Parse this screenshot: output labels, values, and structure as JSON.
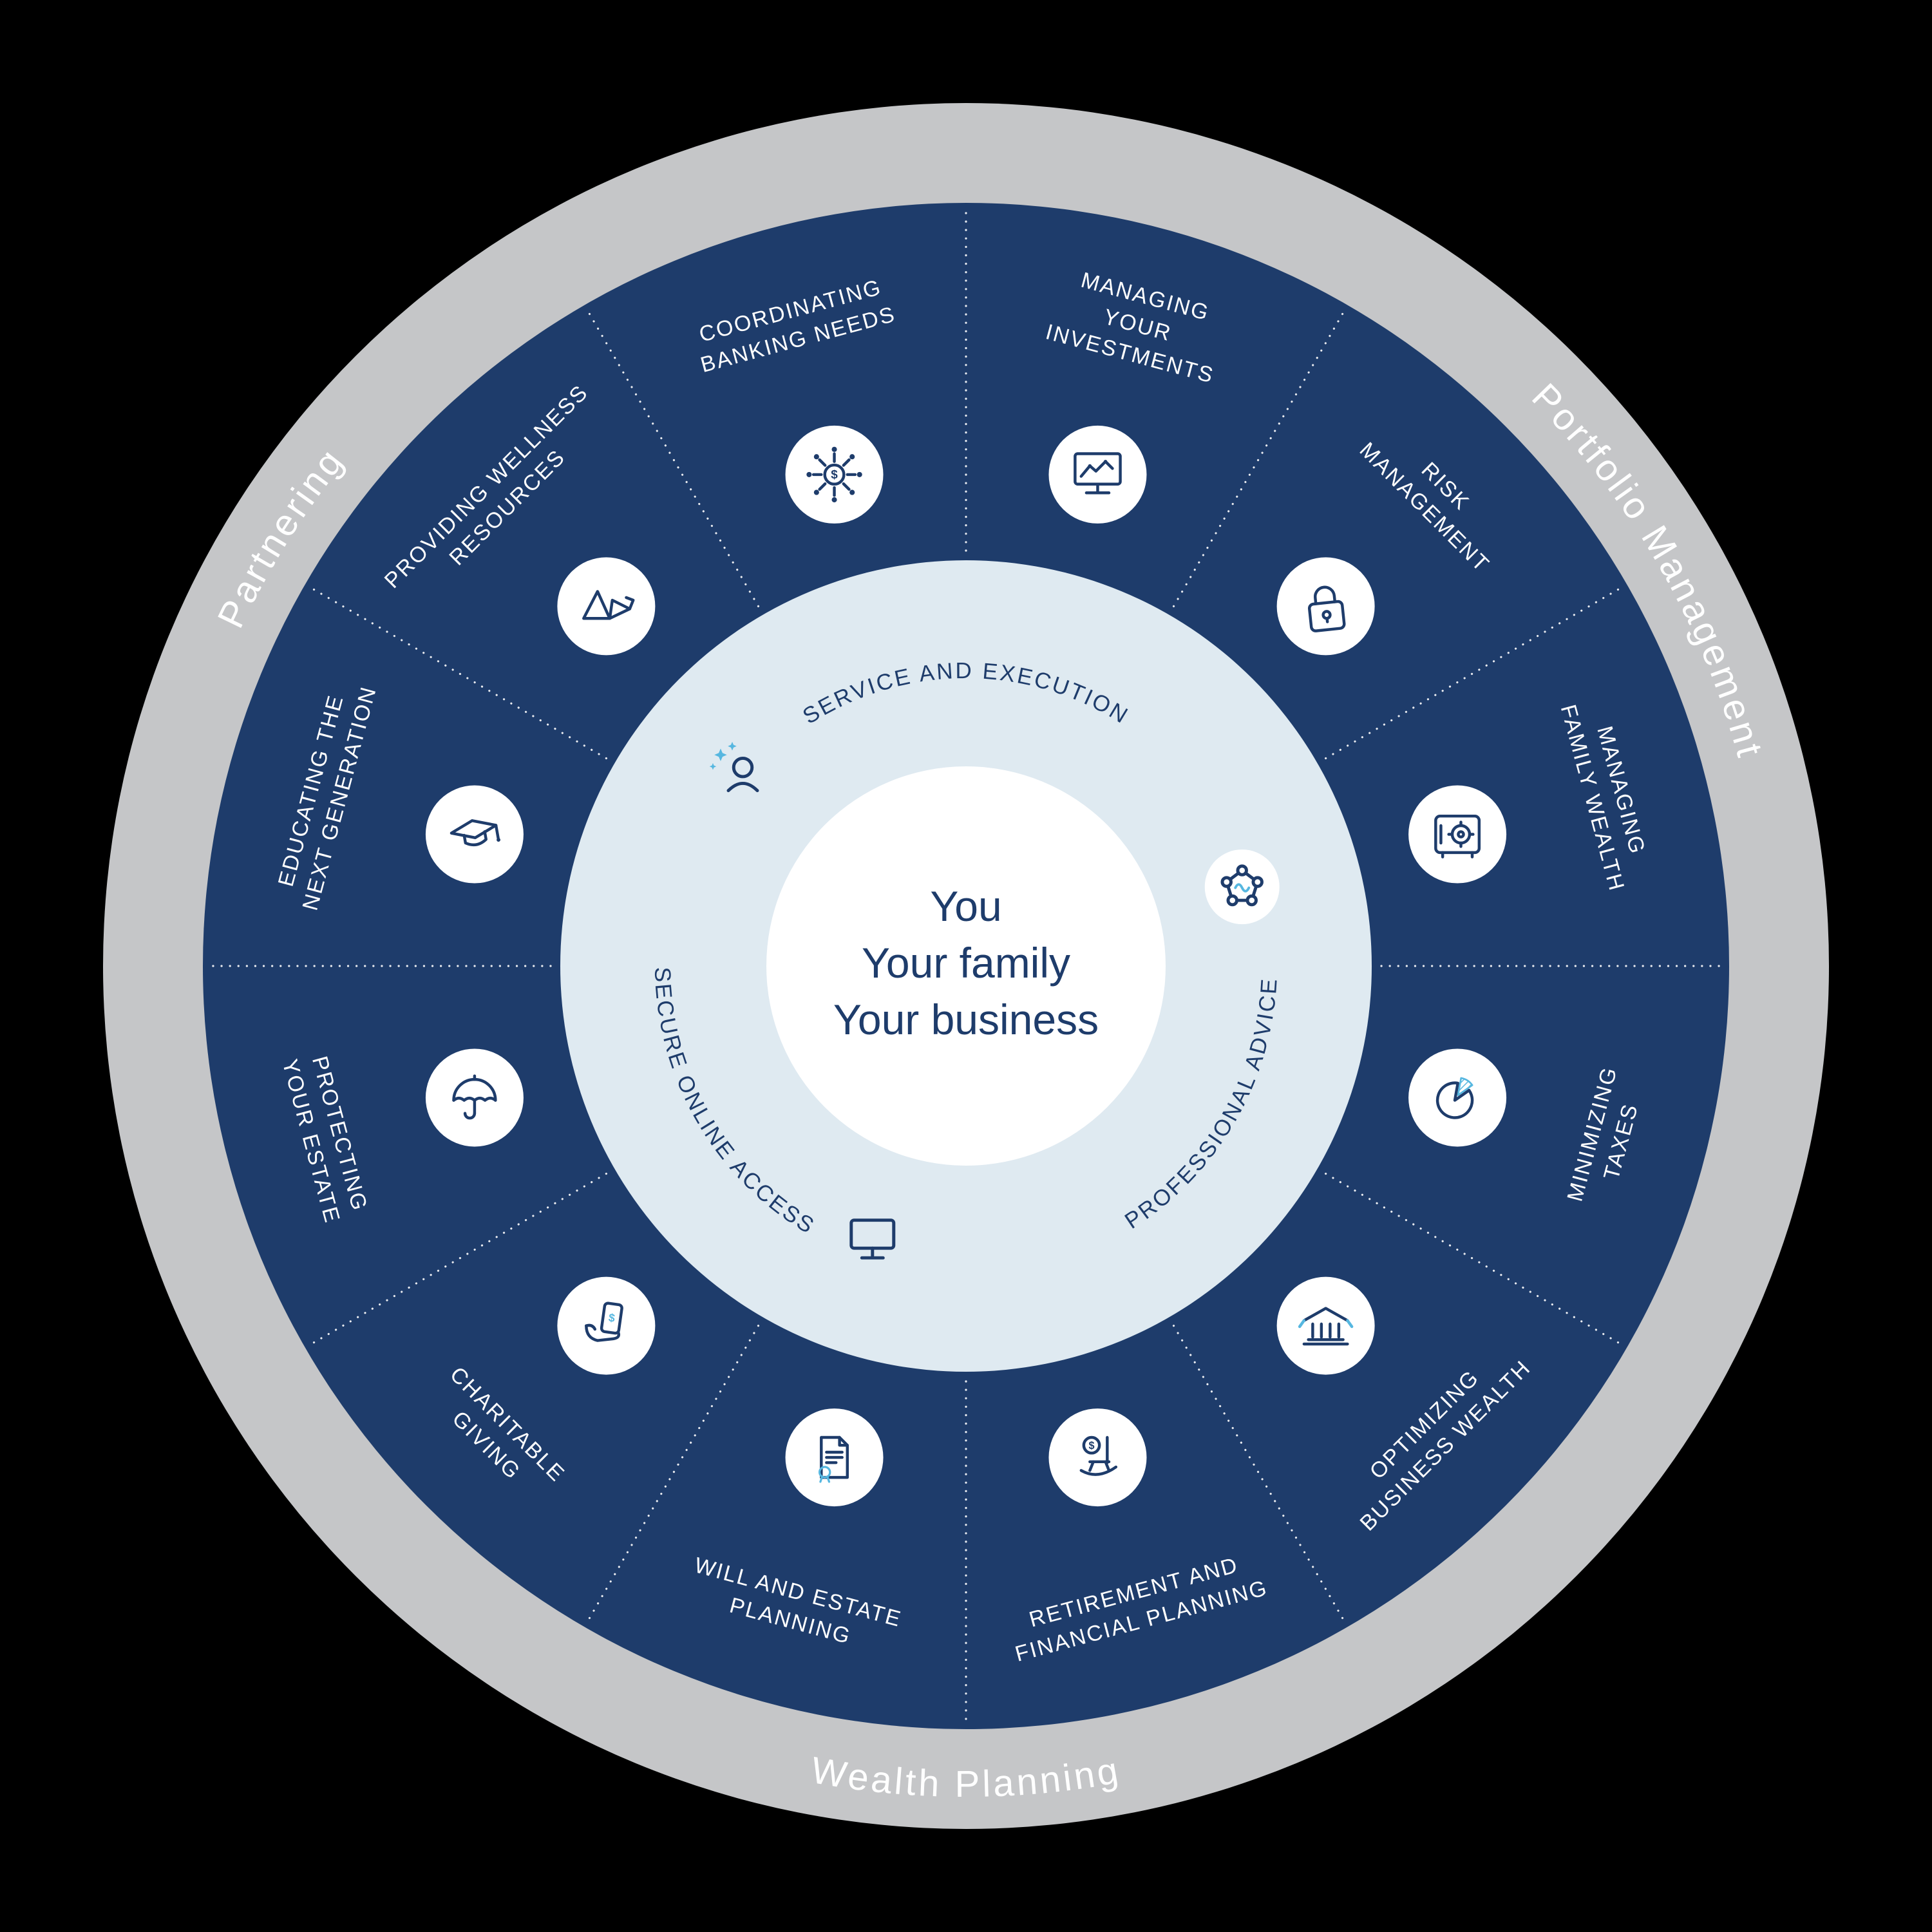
{
  "colors": {
    "background": "#000000",
    "outer_ring": "#c5c6c8",
    "navy_ring": "#1e3c6b",
    "inner_circle": "#dfeaf1",
    "center_circle": "#ffffff",
    "text_light": "#ffffff",
    "text_navy": "#1e3c6b",
    "accent_cyan": "#56b7e0"
  },
  "center": {
    "lines": [
      "You",
      "Your family",
      "Your business"
    ]
  },
  "outer_ring_labels": [
    {
      "text": "Partnering",
      "angle": 302,
      "flipped": false
    },
    {
      "text": "Portfolio Management",
      "angle": 60,
      "flipped": false
    },
    {
      "text": "Wealth Planning",
      "angle": 180,
      "flipped": true
    }
  ],
  "inner_ring": {
    "labels": [
      {
        "text": "SERVICE AND EXECUTION",
        "angle": 0,
        "flipped": false
      },
      {
        "text": "PROFESSIONAL ADVICE",
        "angle": 120,
        "flipped": true
      },
      {
        "text": "SECURE ONLINE ACCESS",
        "angle": 240,
        "flipped": true
      }
    ],
    "icons": [
      {
        "name": "sparkle-person-icon",
        "angle": 310,
        "circle": false
      },
      {
        "name": "molecule-icon",
        "angle": 74,
        "circle": true
      },
      {
        "name": "monitor-icon",
        "angle": 199,
        "circle": false
      }
    ]
  },
  "segments": [
    {
      "angle": 15,
      "icon": "investments-monitor-icon",
      "label_lines": [
        "MANAGING",
        "YOUR",
        "INVESTMENTS"
      ]
    },
    {
      "angle": 45,
      "icon": "padlock-icon",
      "label_lines": [
        "RISK",
        "MANAGEMENT"
      ]
    },
    {
      "angle": 75,
      "icon": "safe-icon",
      "label_lines": [
        "MANAGING",
        "FAMILY WEALTH"
      ]
    },
    {
      "angle": 105,
      "icon": "pie-chart-icon",
      "label_lines": [
        "MINIMIZING",
        "TAXES"
      ]
    },
    {
      "angle": 135,
      "icon": "bank-icon",
      "label_lines": [
        "OPTIMIZING",
        "BUSINESS WEALTH"
      ]
    },
    {
      "angle": 165,
      "icon": "rocking-chair-icon",
      "label_lines": [
        "RETIREMENT AND",
        "FINANCIAL PLANNING"
      ]
    },
    {
      "angle": 195,
      "icon": "will-document-icon",
      "label_lines": [
        "WILL AND ESTATE",
        "PLANNING"
      ]
    },
    {
      "angle": 225,
      "icon": "charitable-hand-icon",
      "label_lines": [
        "CHARITABLE",
        "GIVING"
      ]
    },
    {
      "angle": 255,
      "icon": "umbrella-icon",
      "label_lines": [
        "PROTECTING",
        "YOUR ESTATE"
      ]
    },
    {
      "angle": 285,
      "icon": "graduation-cap-icon",
      "label_lines": [
        "EDUCATING THE",
        "NEXT GENERATION"
      ]
    },
    {
      "angle": 315,
      "icon": "origami-crane-icon",
      "label_lines": [
        "PROVIDING WELLNESS",
        "RESOURCES"
      ]
    },
    {
      "angle": 345,
      "icon": "banking-network-icon",
      "label_lines": [
        "COORDINATING",
        "BANKING NEEDS"
      ]
    }
  ]
}
